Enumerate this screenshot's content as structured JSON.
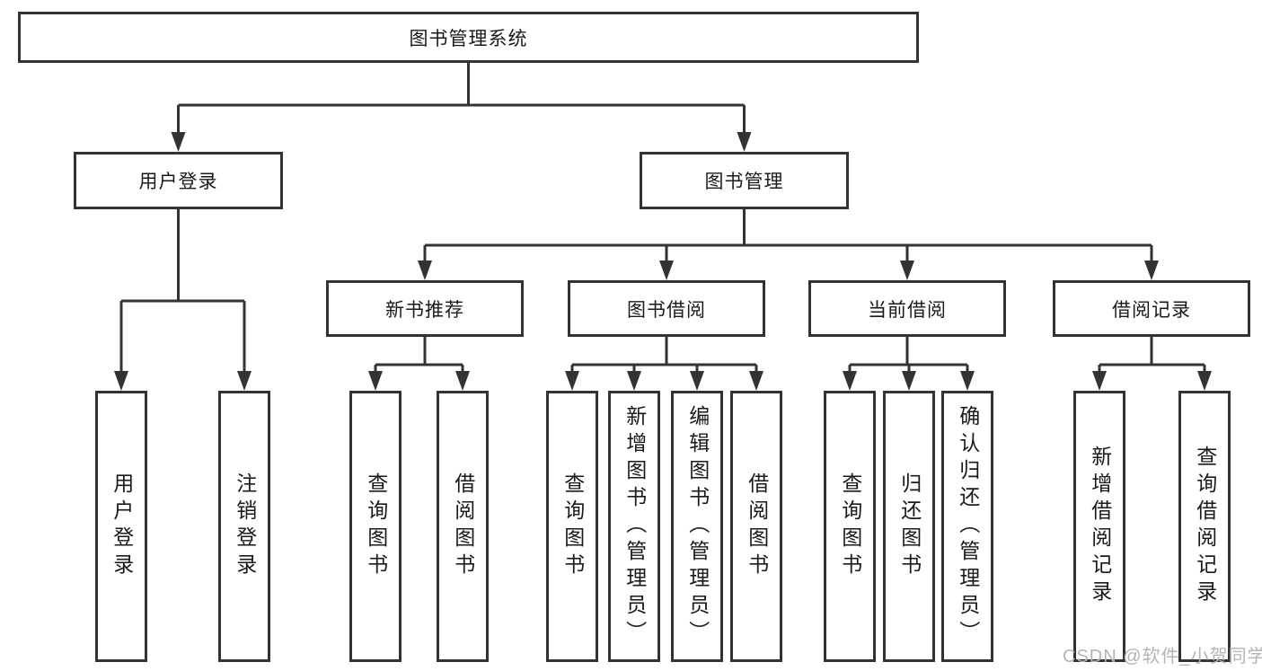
{
  "colors": {
    "background": "#ffffff",
    "line": "#333333",
    "box_border": "#333333",
    "text": "#1a1a1a",
    "watermark": "#b4b4b6"
  },
  "tree": {
    "label": "图书管理系统",
    "children": [
      {
        "label": "用户登录",
        "children": [
          {
            "label": "用户登录"
          },
          {
            "label": "注销登录"
          }
        ]
      },
      {
        "label": "图书管理",
        "children": [
          {
            "label": "新书推荐",
            "children": [
              {
                "label": "查询图书"
              },
              {
                "label": "借阅图书"
              }
            ]
          },
          {
            "label": "图书借阅",
            "children": [
              {
                "label": "查询图书"
              },
              {
                "label": "新增图书（管理员）"
              },
              {
                "label": "编辑图书（管理员）"
              },
              {
                "label": "借阅图书"
              }
            ]
          },
          {
            "label": "当前借阅",
            "children": [
              {
                "label": "查询图书"
              },
              {
                "label": "归还图书"
              },
              {
                "label": "确认归还（管理员）"
              }
            ]
          },
          {
            "label": "借阅记录",
            "children": [
              {
                "label": "新增借阅记录"
              },
              {
                "label": "查询借阅记录"
              }
            ]
          }
        ]
      }
    ]
  },
  "watermark": {
    "text": "CSDN @软件_小贺同学"
  }
}
